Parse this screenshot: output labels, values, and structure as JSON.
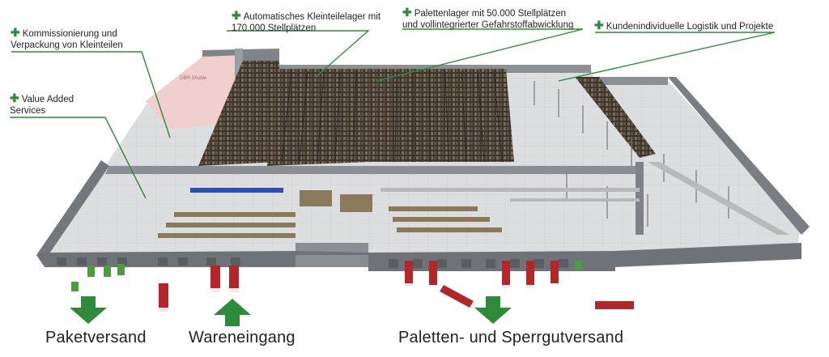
{
  "colors": {
    "accent_green": "#2e8b3a",
    "wall_grey": "#6f7378",
    "floor_grey": "#d8dadc",
    "rack_dark": "#3b3630",
    "pink_room": "#f2cfcf",
    "truck_red": "#b3262a"
  },
  "callouts": [
    {
      "id": "kommissionierung",
      "lines": [
        "Kommissionierung und",
        "Verpackung von Kleinteilen"
      ]
    },
    {
      "id": "kleinteilelager",
      "lines": [
        "Automatisches Kleinteilelager mit",
        "170.000 Stellplätzen"
      ]
    },
    {
      "id": "palettenlager",
      "lines": [
        "Palettenlager mit 50.000 Stellplätzen",
        "und vollintegrierter Gefahrstoffabwicklung"
      ]
    },
    {
      "id": "kundenindividuell",
      "lines": [
        "Kundenindividuelle Logistik und Projekte"
      ]
    },
    {
      "id": "value_added",
      "lines": [
        "Value Added",
        "Services"
      ]
    }
  ],
  "building_sign": "DBR Shuttle",
  "bottom_labels": {
    "paketversand": "Paketversand",
    "wareneingang": "Wareneingang",
    "paletten": "Paletten- und Sperrgutversand"
  },
  "arrows": [
    {
      "id": "paketversand",
      "direction": "down"
    },
    {
      "id": "wareneingang",
      "direction": "up"
    },
    {
      "id": "paletten",
      "direction": "down"
    }
  ]
}
